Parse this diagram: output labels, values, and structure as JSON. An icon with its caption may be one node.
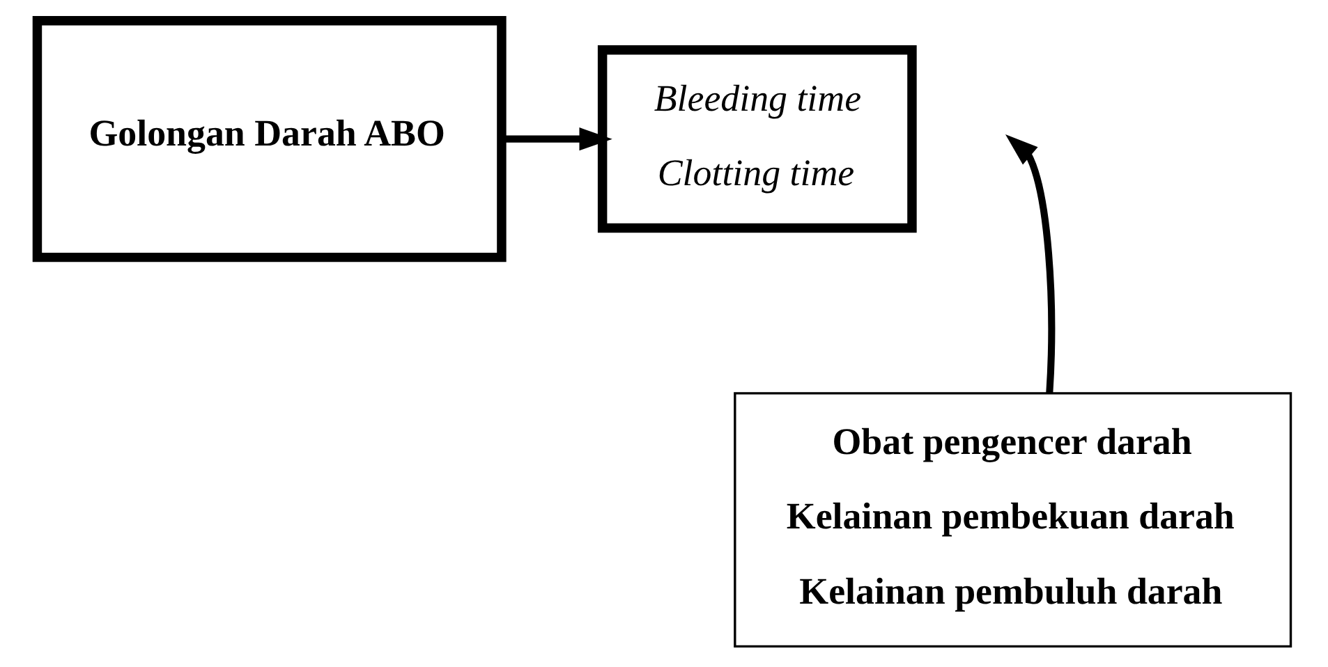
{
  "diagram": {
    "nodes": [
      {
        "text": [
          "Golongan Darah ABO"
        ]
      },
      {
        "text": [
          "Bleeding time",
          "Clotting time"
        ]
      },
      {
        "text": [
          "Obat pengencer darah",
          "Kelainan pembekuan darah",
          "Kelainan pembuluh darah"
        ]
      }
    ],
    "edges": [
      {
        "from": 0,
        "to": 1,
        "arrow": "to"
      },
      {
        "from": 2,
        "to": null,
        "arrow": "to"
      }
    ]
  }
}
